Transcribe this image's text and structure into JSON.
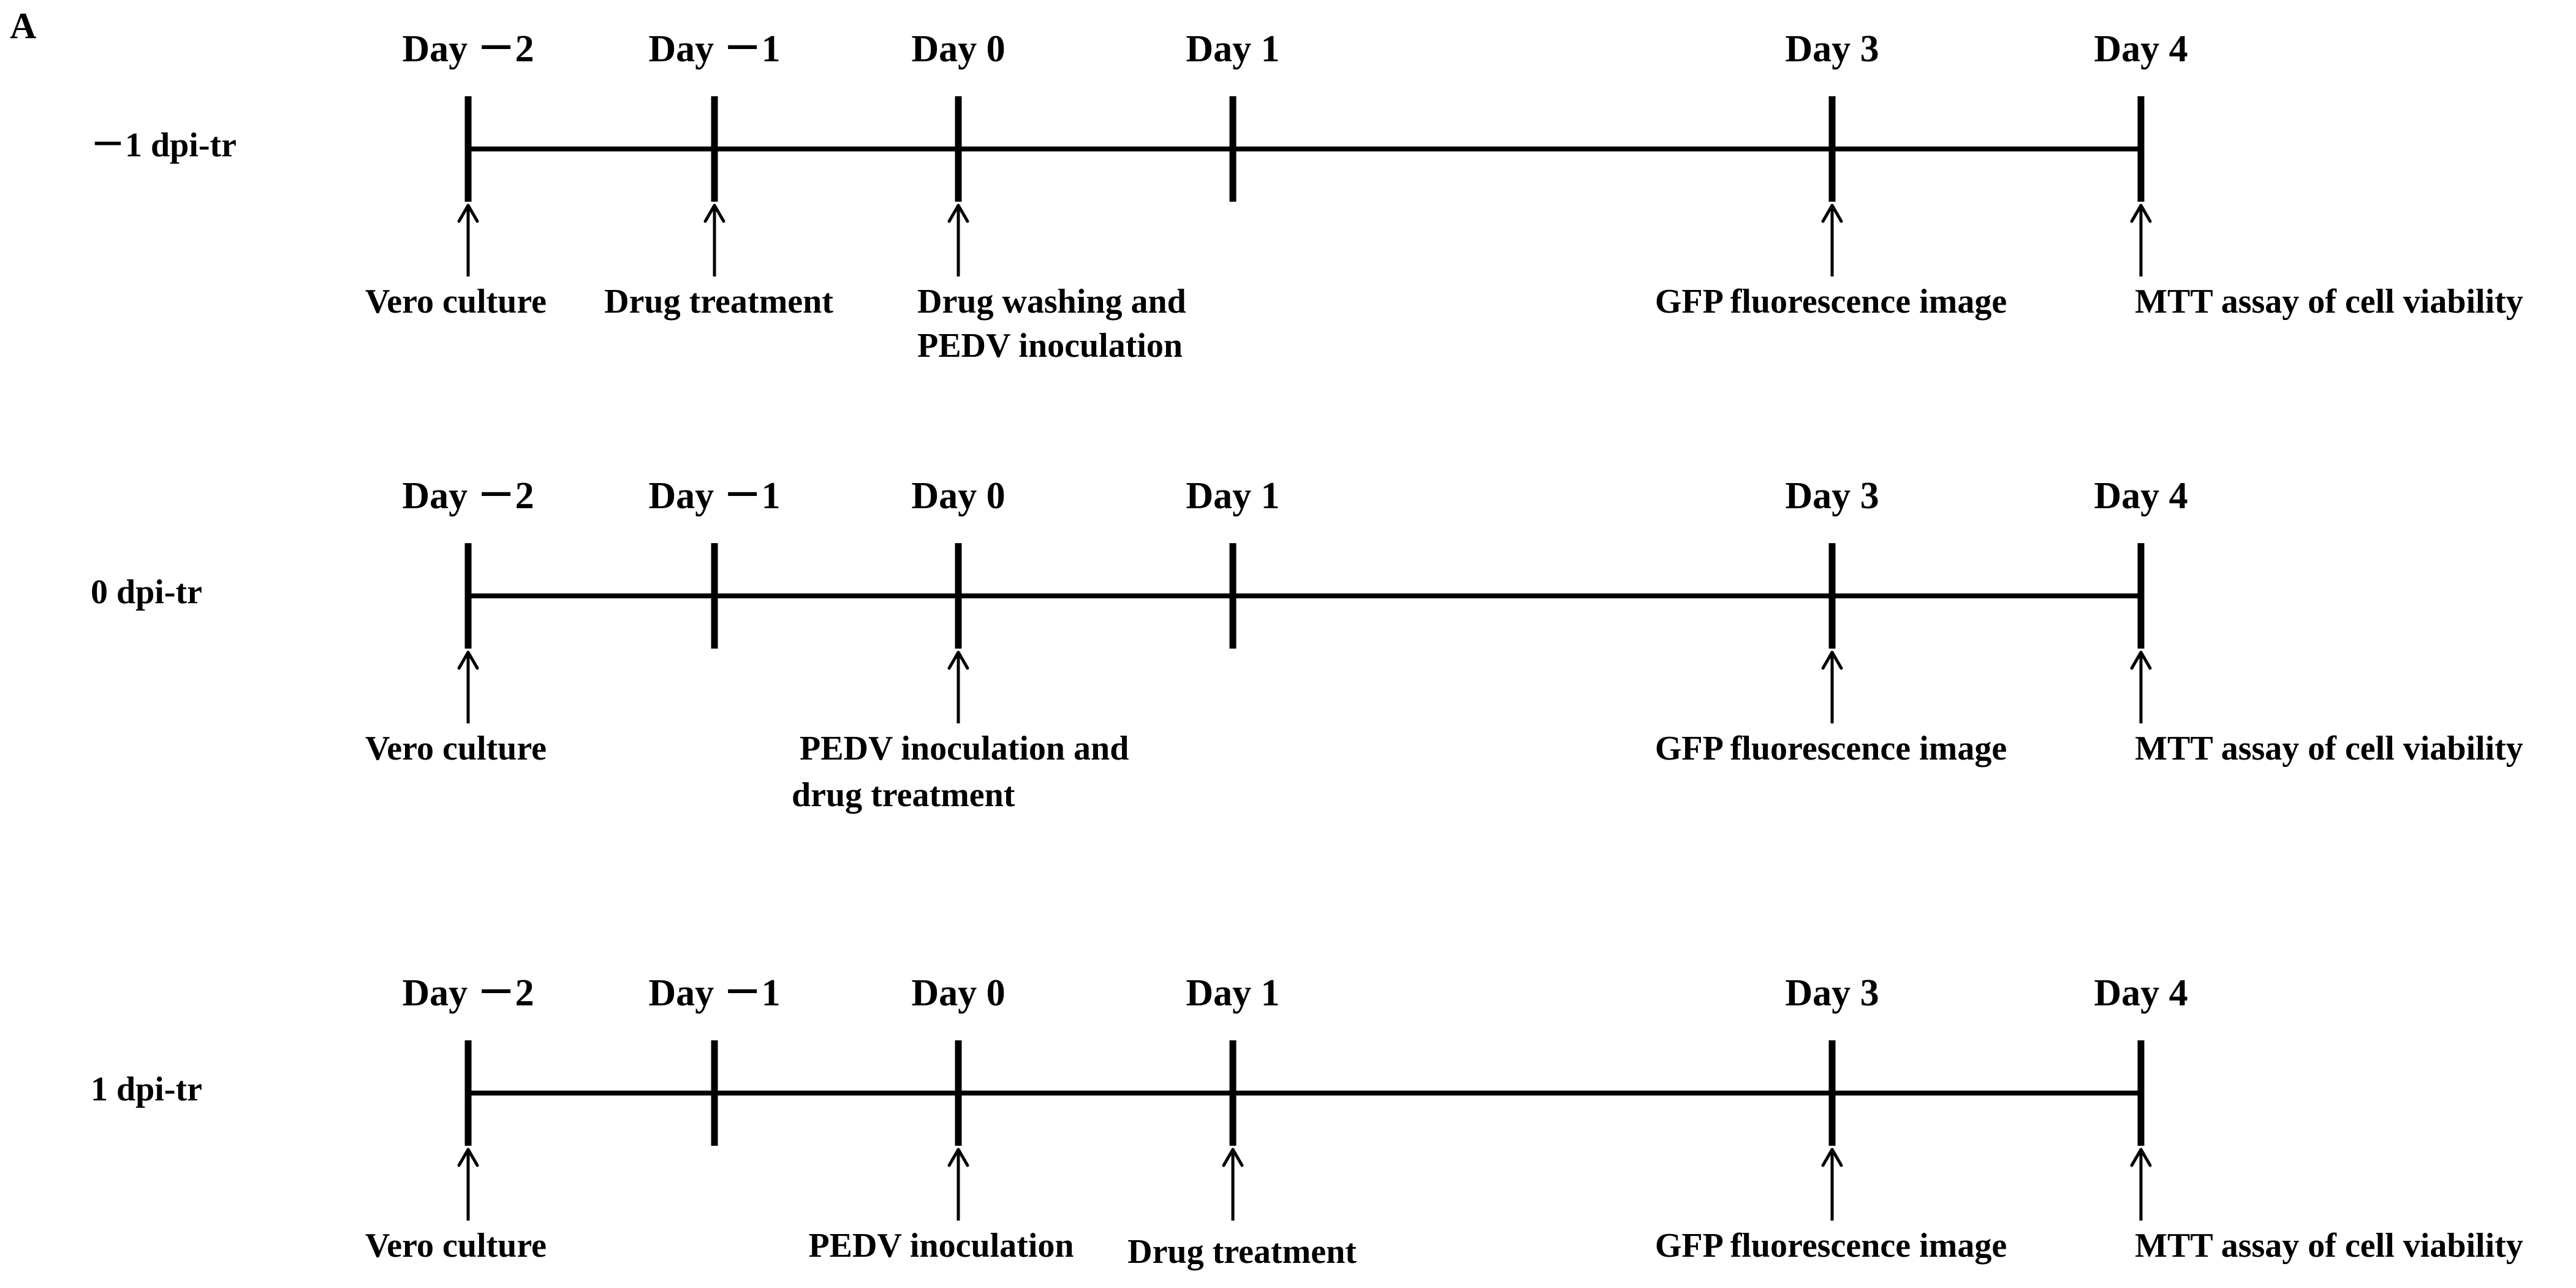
{
  "panel_label": "A",
  "days": [
    {
      "id": "dm2",
      "label": "Day －2"
    },
    {
      "id": "dm1",
      "label": "Day －1"
    },
    {
      "id": "d0",
      "label": "Day 0"
    },
    {
      "id": "d1",
      "label": "Day 1"
    },
    {
      "id": "d3",
      "label": "Day 3"
    },
    {
      "id": "d4",
      "label": "Day 4"
    }
  ],
  "rows": [
    {
      "label": "－1 dpi-tr",
      "events": [
        {
          "day": "dm2",
          "lines": [
            "Vero culture"
          ]
        },
        {
          "day": "dm1",
          "lines": [
            "Drug treatment"
          ]
        },
        {
          "day": "d0",
          "lines": [
            "Drug washing and",
            "PEDV inoculation"
          ]
        },
        {
          "day": "d3",
          "lines": [
            "GFP fluorescence image"
          ]
        },
        {
          "day": "d4",
          "lines": [
            "MTT assay of cell viability"
          ]
        }
      ]
    },
    {
      "label": "0 dpi-tr",
      "events": [
        {
          "day": "dm2",
          "lines": [
            "Vero culture"
          ]
        },
        {
          "day": "d0",
          "lines": [
            "PEDV inoculation and",
            "drug treatment"
          ]
        },
        {
          "day": "d3",
          "lines": [
            "GFP fluorescence image"
          ]
        },
        {
          "day": "d4",
          "lines": [
            "MTT assay of cell viability"
          ]
        }
      ]
    },
    {
      "label": "1 dpi-tr",
      "events": [
        {
          "day": "dm2",
          "lines": [
            "Vero culture"
          ]
        },
        {
          "day": "d0",
          "lines": [
            "PEDV inoculation"
          ]
        },
        {
          "day": "d1",
          "lines": [
            "Drug treatment"
          ]
        },
        {
          "day": "d3",
          "lines": [
            "GFP fluorescence image"
          ]
        },
        {
          "day": "d4",
          "lines": [
            "MTT assay of cell viability"
          ]
        }
      ]
    }
  ]
}
